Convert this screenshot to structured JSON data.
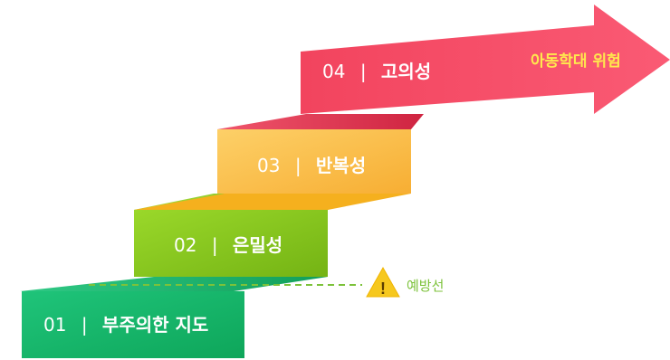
{
  "steps": [
    {
      "number": "01",
      "label": "부주의한 지도",
      "color_main": "#19b86a",
      "color_dark": "#0f9a55"
    },
    {
      "number": "02",
      "label": "은밀성",
      "color_main": "#8bcf22",
      "color_dark": "#6faa12"
    },
    {
      "number": "03",
      "label": "반복성",
      "color_main": "#fcc34d",
      "color_dark": "#f2a51e"
    },
    {
      "number": "04",
      "label": "고의성",
      "color_main": "#f24b66",
      "color_dark": "#d62d4c"
    }
  ],
  "separator": "|",
  "prevention_line": {
    "label": "예방선",
    "color": "#7cc23a",
    "icon": "warning-icon",
    "icon_color": "#f6c81e"
  },
  "risk_label": "아동학대 위험"
}
